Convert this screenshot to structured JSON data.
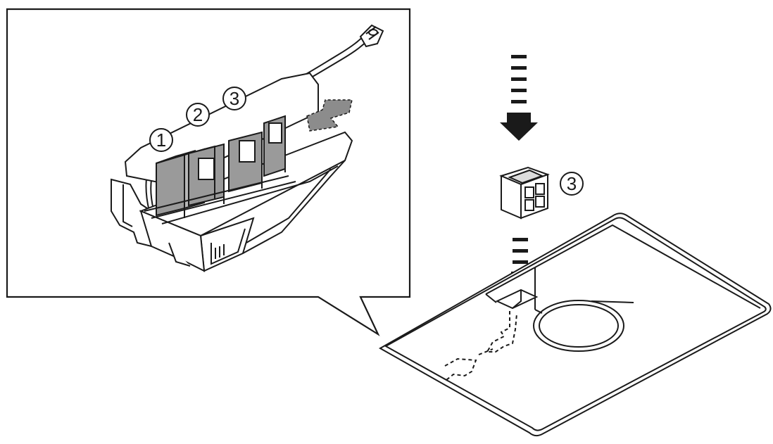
{
  "labels": {
    "part_1": "1",
    "part_2": "2",
    "part_3": "3",
    "part_3_detail": "3"
  },
  "colors": {
    "line": "#1a1a1a",
    "compartment_fill": "#9a9a9a",
    "arrow_fill": "#1a1a1a",
    "hint_arrow": "#8c8c8c",
    "background": "#ffffff"
  }
}
